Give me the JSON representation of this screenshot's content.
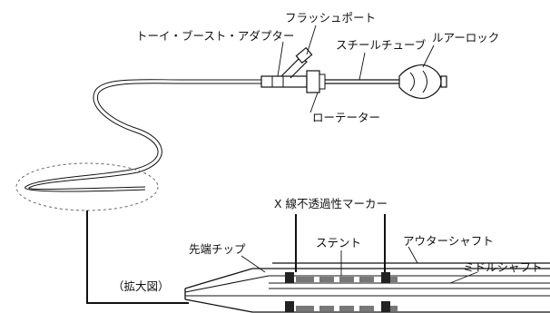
{
  "labels": {
    "flush_port": "フラッシュポート",
    "tuohy_borst_adapter": "トーイ・ブースト・アダプター",
    "steel_tube": "スチールチューブ",
    "luer_lock": "ルアーロック",
    "rotator": "ローテーター",
    "radiopaque_marker": "X 線不透過性マーカー",
    "tip": "先端チップ",
    "stent": "ステント",
    "outer_shaft": "アウターシャフト",
    "middle_shaft": "ミドルシャフト",
    "enlarged_view": "（拡大図）"
  }
}
